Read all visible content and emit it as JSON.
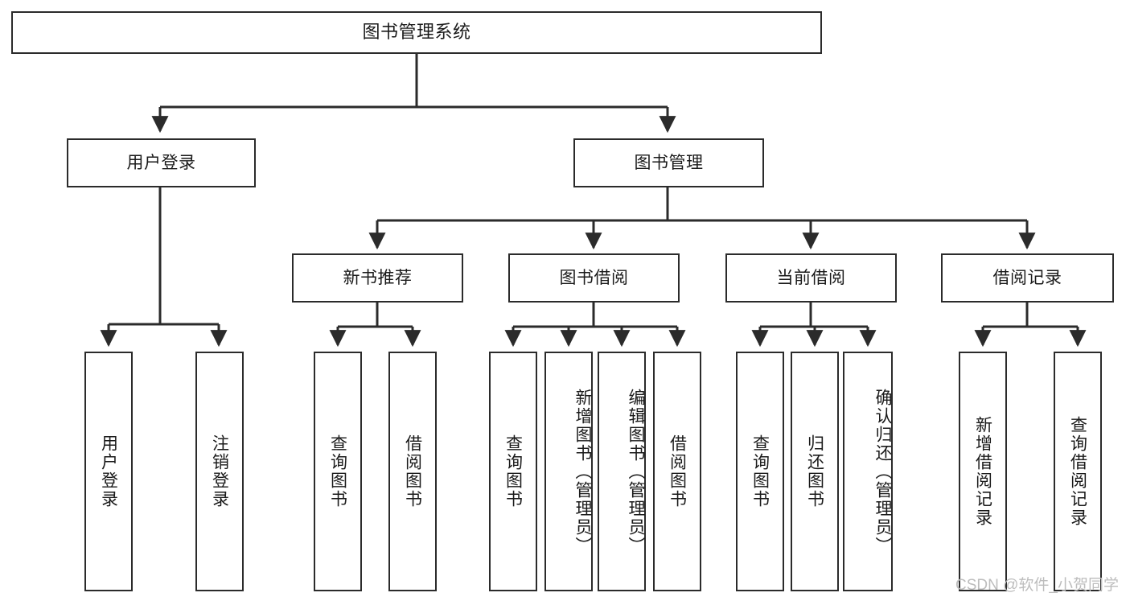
{
  "diagram": {
    "title": "图书管理系统",
    "type": "tree",
    "colors": {
      "border": "#2b2b2b",
      "background": "#ffffff",
      "text": "#1a1a1a",
      "edge": "#2b2b2b",
      "watermark": "#bdbdbd"
    },
    "root": {
      "label": "图书管理系统"
    },
    "level2": [
      {
        "id": "user-login",
        "label": "用户登录"
      },
      {
        "id": "book-manage",
        "label": "图书管理"
      }
    ],
    "level3": [
      {
        "id": "new-book-recommend",
        "label": "新书推荐"
      },
      {
        "id": "book-borrow",
        "label": "图书借阅"
      },
      {
        "id": "current-borrow",
        "label": "当前借阅"
      },
      {
        "id": "borrow-record",
        "label": "借阅记录"
      }
    ],
    "leaves": [
      {
        "id": "leaf-user-login",
        "label": "用户登录",
        "parent": "user-login"
      },
      {
        "id": "leaf-user-logout",
        "label": "注销登录",
        "parent": "user-login"
      },
      {
        "id": "leaf-query-book-1",
        "label": "查询图书",
        "parent": "new-book-recommend"
      },
      {
        "id": "leaf-borrow-book-1",
        "label": "借阅图书",
        "parent": "new-book-recommend"
      },
      {
        "id": "leaf-query-book-2",
        "label": "查询图书",
        "parent": "book-borrow"
      },
      {
        "id": "leaf-add-book",
        "label": "新增图书（管理员）",
        "parent": "book-borrow"
      },
      {
        "id": "leaf-edit-book",
        "label": "编辑图书（管理员）",
        "parent": "book-borrow"
      },
      {
        "id": "leaf-borrow-book-2",
        "label": "借阅图书",
        "parent": "book-borrow"
      },
      {
        "id": "leaf-query-book-3",
        "label": "查询图书",
        "parent": "current-borrow"
      },
      {
        "id": "leaf-return-book",
        "label": "归还图书",
        "parent": "current-borrow"
      },
      {
        "id": "leaf-confirm-return",
        "label": "确认归还（管理员）",
        "parent": "current-borrow"
      },
      {
        "id": "leaf-add-record",
        "label": "新增借阅记录",
        "parent": "borrow-record"
      },
      {
        "id": "leaf-query-record",
        "label": "查询借阅记录",
        "parent": "borrow-record"
      }
    ],
    "watermark": "CSDN @软件_小贺同学"
  }
}
